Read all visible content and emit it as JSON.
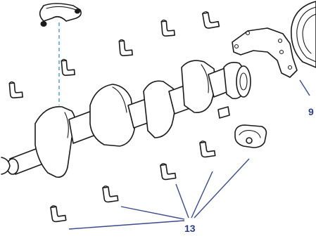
{
  "callouts": [
    {
      "id": "callout-13",
      "label": "13"
    },
    {
      "id": "callout-9",
      "label": "9"
    }
  ],
  "colors": {
    "line_art": "#1a1a1a",
    "leader_lines": "#3a4a8c",
    "callout_text": "#2f3d86",
    "dashed_guide": "#5aa6d6",
    "background": "#ffffff"
  }
}
